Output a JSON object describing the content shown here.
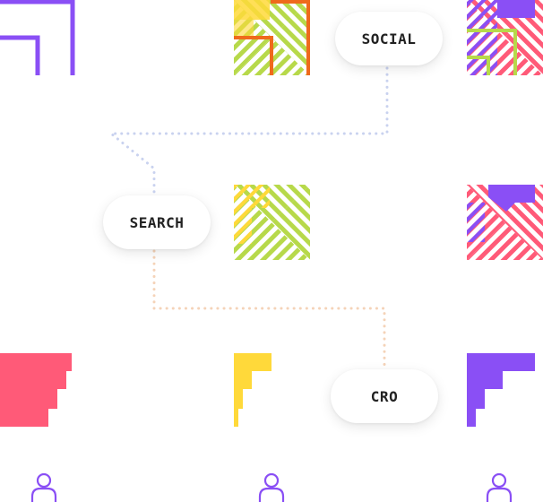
{
  "labels": {
    "social": "SOCIAL",
    "search": "SEARCH",
    "cro": "CRO"
  },
  "colors": {
    "purple": "#8a4ff5",
    "orange": "#ef6a1c",
    "lime": "#b7d94a",
    "yellow": "#ffd93a",
    "pink": "#ff5a78",
    "connector_social": "#c9d2ef",
    "connector_cro": "#f5d3b8"
  },
  "icons": [
    "user-icon",
    "user-icon",
    "user-icon"
  ]
}
